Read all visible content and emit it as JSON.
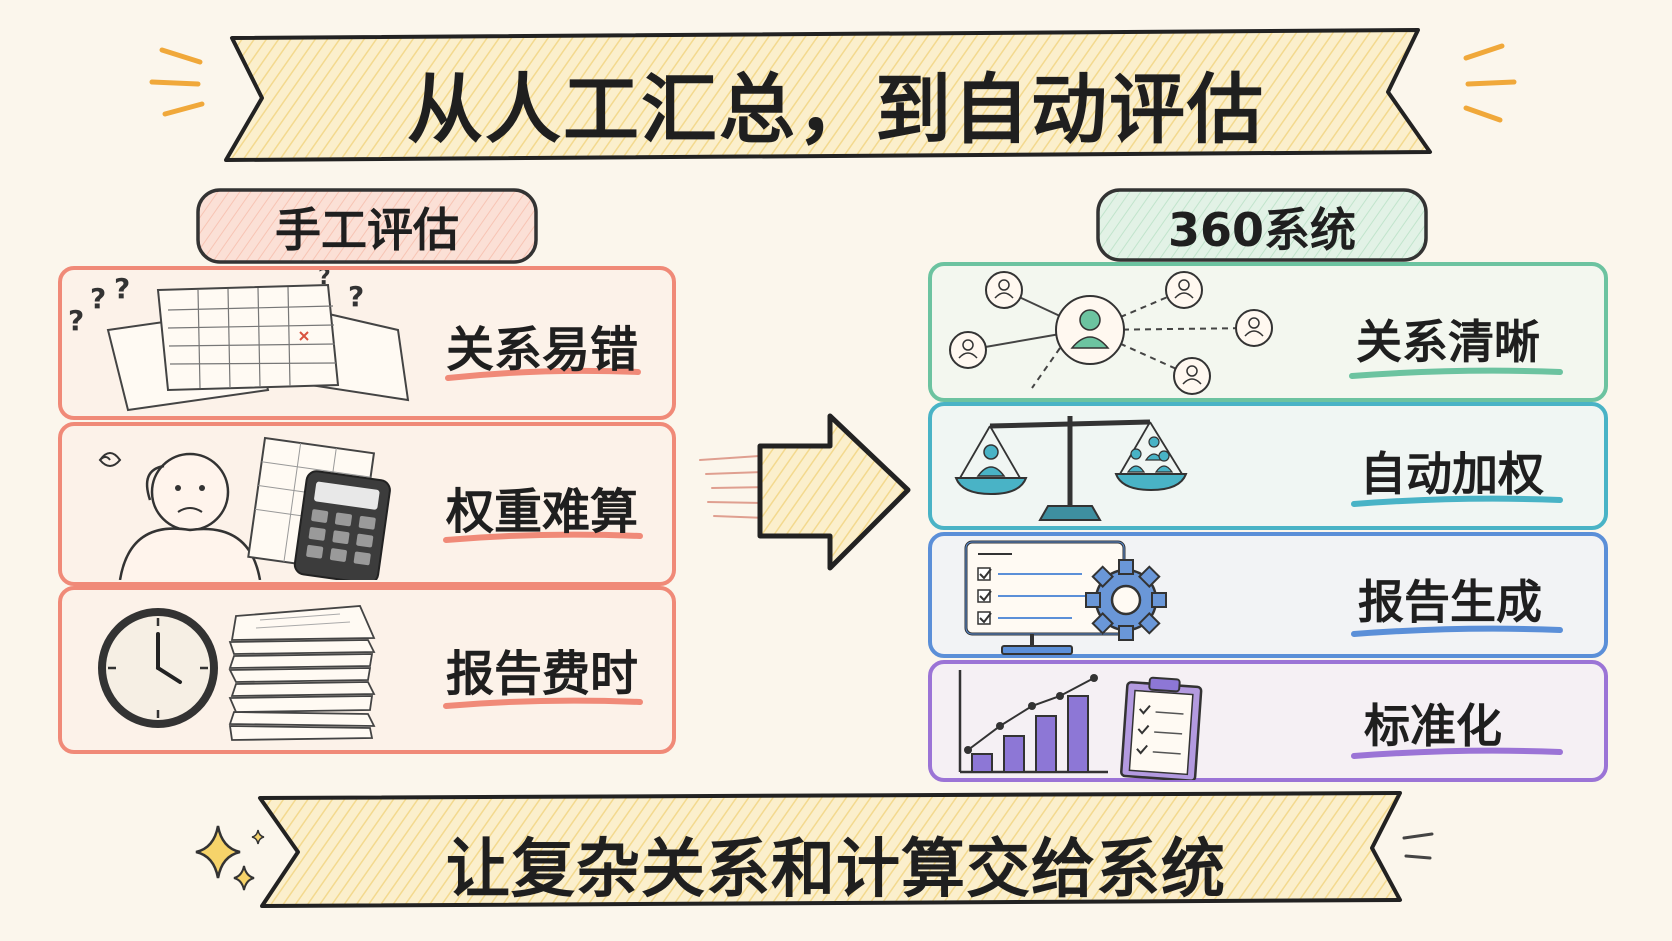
{
  "title": "从人工汇总，到自动评估",
  "left": {
    "header": "手工评估",
    "items": [
      {
        "label": "关系易错",
        "icon": "messy-spreadsheets-question-marks-icon"
      },
      {
        "label": "权重难算",
        "icon": "confused-person-calculator-icon"
      },
      {
        "label": "报告费时",
        "icon": "clock-paper-stack-icon"
      }
    ],
    "color": "#f08a78"
  },
  "right": {
    "header": "360系统",
    "items": [
      {
        "label": "关系清晰",
        "icon": "people-network-icon",
        "color": "#6cc3a0"
      },
      {
        "label": "自动加权",
        "icon": "balance-scale-icon",
        "color": "#49b3c6"
      },
      {
        "label": "报告生成",
        "icon": "monitor-gear-icon",
        "color": "#5b8fd8"
      },
      {
        "label": "标准化",
        "icon": "bar-chart-clipboard-icon",
        "color": "#9b74d6"
      }
    ]
  },
  "footer": "让复杂关系和计算交给系统"
}
